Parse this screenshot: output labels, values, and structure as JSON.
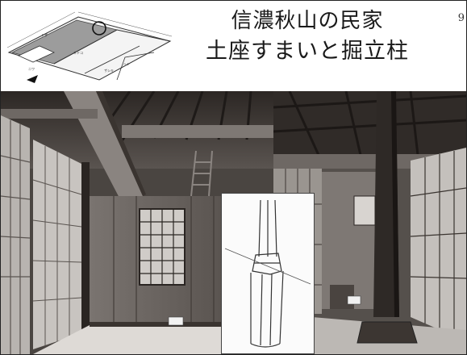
{
  "slide": {
    "title_line1": "信濃秋山の民家",
    "title_line2": "土座すまいと掘立柱",
    "page_number": "9"
  },
  "colors": {
    "background": "#ffffff",
    "title_text": "#1a1a1a",
    "wood_dark": "#3a3530",
    "wood_mid": "#6b6560",
    "floor_plan_fill": "#9c9c9c"
  },
  "images": {
    "floor_plan": "floor-plan-diagram",
    "left_photo": "interior-photo-beams-and-shoji",
    "right_photo": "interior-photo-post-and-earthen-floor",
    "inset": "post-sketch-drawing"
  }
}
